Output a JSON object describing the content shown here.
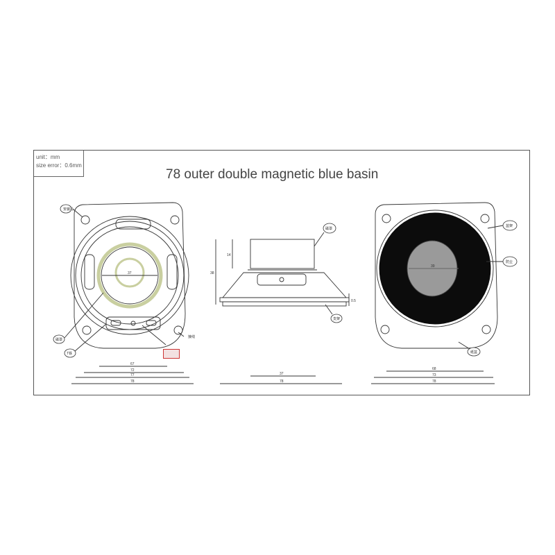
{
  "header": {
    "unit_label": "unit：mm",
    "size_error_label": "size error：0.6mm",
    "title": "78 outer double magnetic blue basin"
  },
  "dimensions": {
    "front_inner": "37",
    "front_mounting_1": "67",
    "front_mounting_2": "72",
    "front_outer_1": "77",
    "front_outer_2": "78",
    "side_height": "38",
    "side_magnet": "14",
    "side_flange": "0.5",
    "side_magnet_width": "37",
    "side_width": "78",
    "rear_inner": "39",
    "rear_mounting": "68",
    "rear_outer_1": "73",
    "rear_outer_2": "78"
  },
  "callouts": {
    "front_top_left": "安装孔",
    "front_lower_left_1": "磁罩",
    "front_lower_left_2": "T铁",
    "front_lower_right": "接线",
    "side_top": "磁罩",
    "side_bottom": "支架",
    "rear_right_1": "盆架",
    "rear_right_2": "防尘",
    "rear_bottom": "纸盆"
  }
}
